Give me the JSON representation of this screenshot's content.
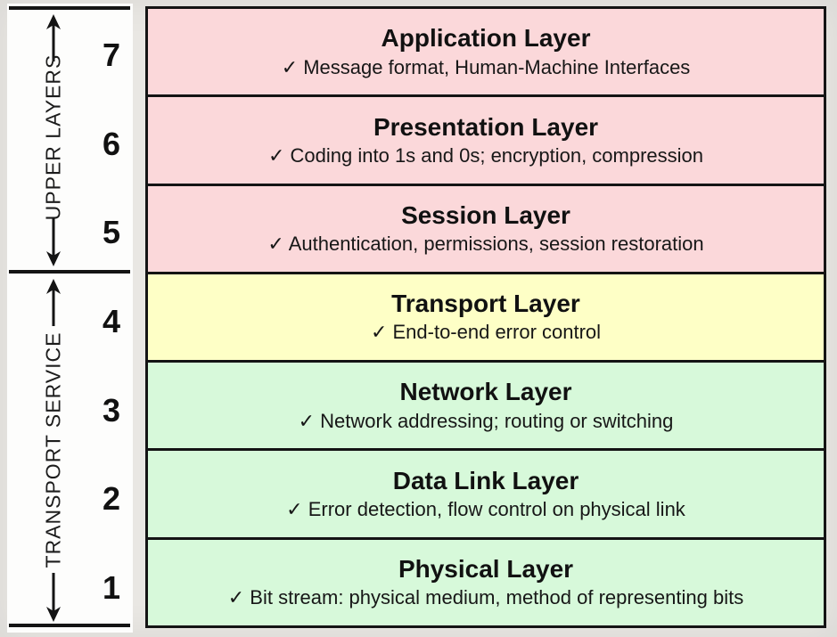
{
  "sidebar": {
    "groups": [
      {
        "label": "UPPER LAYERS"
      },
      {
        "label": "TRANSPORT SERVICE"
      }
    ]
  },
  "layers": [
    {
      "number": "7",
      "title": "Application Layer",
      "detail": "✓ Message format, Human-Machine Interfaces",
      "color": "#fbd8da"
    },
    {
      "number": "6",
      "title": "Presentation Layer",
      "detail": "✓ Coding into 1s and 0s; encryption, compression",
      "color": "#fbd8da"
    },
    {
      "number": "5",
      "title": "Session Layer",
      "detail": "✓ Authentication, permissions, session restoration",
      "color": "#fbd8da"
    },
    {
      "number": "4",
      "title": "Transport Layer",
      "detail": "✓ End-to-end error control",
      "color": "#feffc6"
    },
    {
      "number": "3",
      "title": "Network Layer",
      "detail": "✓ Network addressing; routing or switching",
      "color": "#d7f9da"
    },
    {
      "number": "2",
      "title": "Data Link Layer",
      "detail": "✓ Error detection, flow control on physical link",
      "color": "#d7f9da"
    },
    {
      "number": "1",
      "title": "Physical Layer",
      "detail": "✓ Bit stream: physical medium, method of representing bits",
      "color": "#d7f9da"
    }
  ],
  "colors": {
    "upper_layers_fill": "#fbd8da",
    "transport_fill": "#feffc6",
    "lower_layers_fill": "#d7f9da",
    "border": "#141414",
    "background": "#e9e7e3",
    "sidebar_background": "#fdfdfc"
  }
}
